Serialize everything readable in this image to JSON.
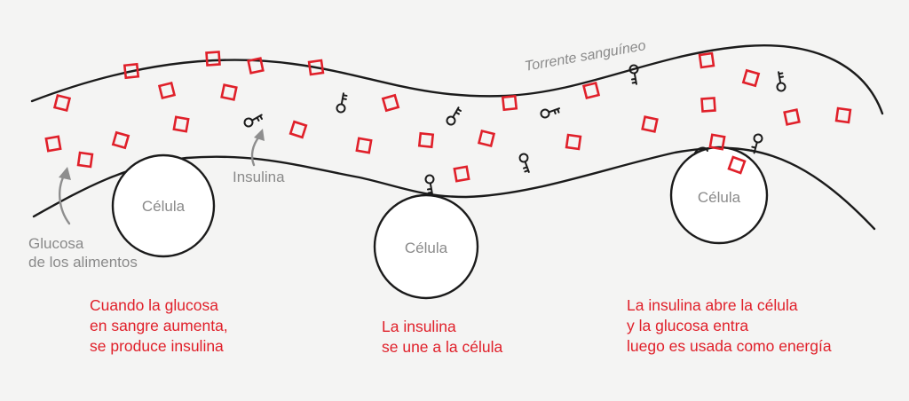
{
  "labels": {
    "bloodstream": "Torrente sanguíneo",
    "insulin": "Insulina",
    "glucose_line1": "Glucosa",
    "glucose_line2": "de los alimentos",
    "cell_1": "Célula",
    "cell_2": "Célula",
    "cell_3": "Célula"
  },
  "captions": {
    "step1": [
      "Cuando la glucosa",
      "en sangre aumenta,",
      "se produce insulina"
    ],
    "step2": [
      "La insulina",
      "se une a la célula"
    ],
    "step3": [
      "La insulina abre la célula",
      "y la glucosa entra",
      "luego es usada como energía"
    ]
  },
  "colors": {
    "glucose": "#e0202a",
    "caption": "#e0202a",
    "label": "#8a8a8a",
    "outline": "#1b1b1b",
    "background": "#f4f4f3"
  },
  "icons": {
    "glucose": "square-outline-icon",
    "insulin": "key-icon",
    "cell": "circle-icon",
    "pointer": "curved-arrow-icon"
  }
}
